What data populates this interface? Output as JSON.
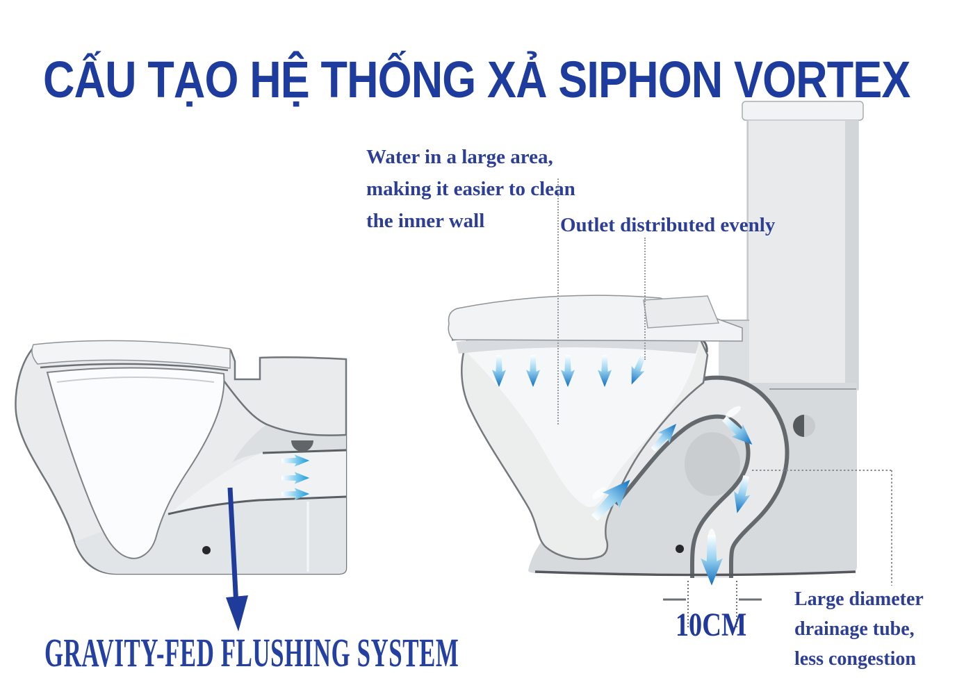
{
  "title": "CẤU TẠO HỆ THỐNG XẢ SIPHON VORTEX",
  "callouts": {
    "water_area": {
      "line1": "Water in a large area,",
      "line2": "making it easier to clean",
      "line3": "the inner wall"
    },
    "outlet": "Outlet distributed evenly",
    "drainage": {
      "line1": "Large diameter",
      "line2": "drainage tube,",
      "line3": "less congestion"
    },
    "dimension_label": "10CM",
    "gravity_label": "GRAVITY-FED FLUSHING SYSTEM"
  },
  "colors": {
    "title_blue": "#1e3c9d",
    "callout_blue": "#2c3e96",
    "stencil_blue": "#2440a0",
    "flow_arrow_blue": "#0e6fc0",
    "flow_arrow_cyan": "#2ea6e0",
    "gravity_arrow_blue": "#1f3c9b",
    "leader_gray": "#94999d",
    "ceramic_light": "#e9ebec",
    "ceramic_shadow": "#d7dadc",
    "outline_gray": "#64696d"
  },
  "icons": {
    "bowl_jets": "flow-arrow-down-icon",
    "channel_flow": "flow-arrow-right-icon",
    "trap_flow": "flow-arrow-curved-icon",
    "gravity_pointer": "arrow-down-icon"
  }
}
